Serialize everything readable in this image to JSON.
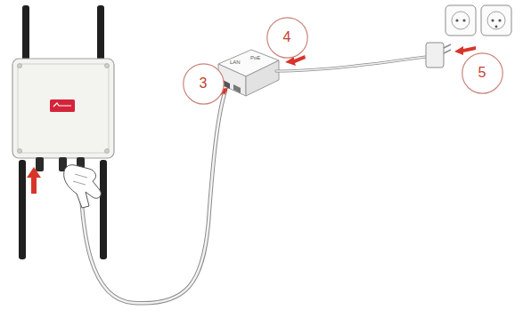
{
  "diagram": {
    "nodes": [
      {
        "text": [
          "3"
        ]
      },
      {
        "text": [
          "4"
        ]
      },
      {
        "text": [
          "5"
        ]
      }
    ],
    "labels": [
      "LAN",
      "PoE"
    ]
  }
}
